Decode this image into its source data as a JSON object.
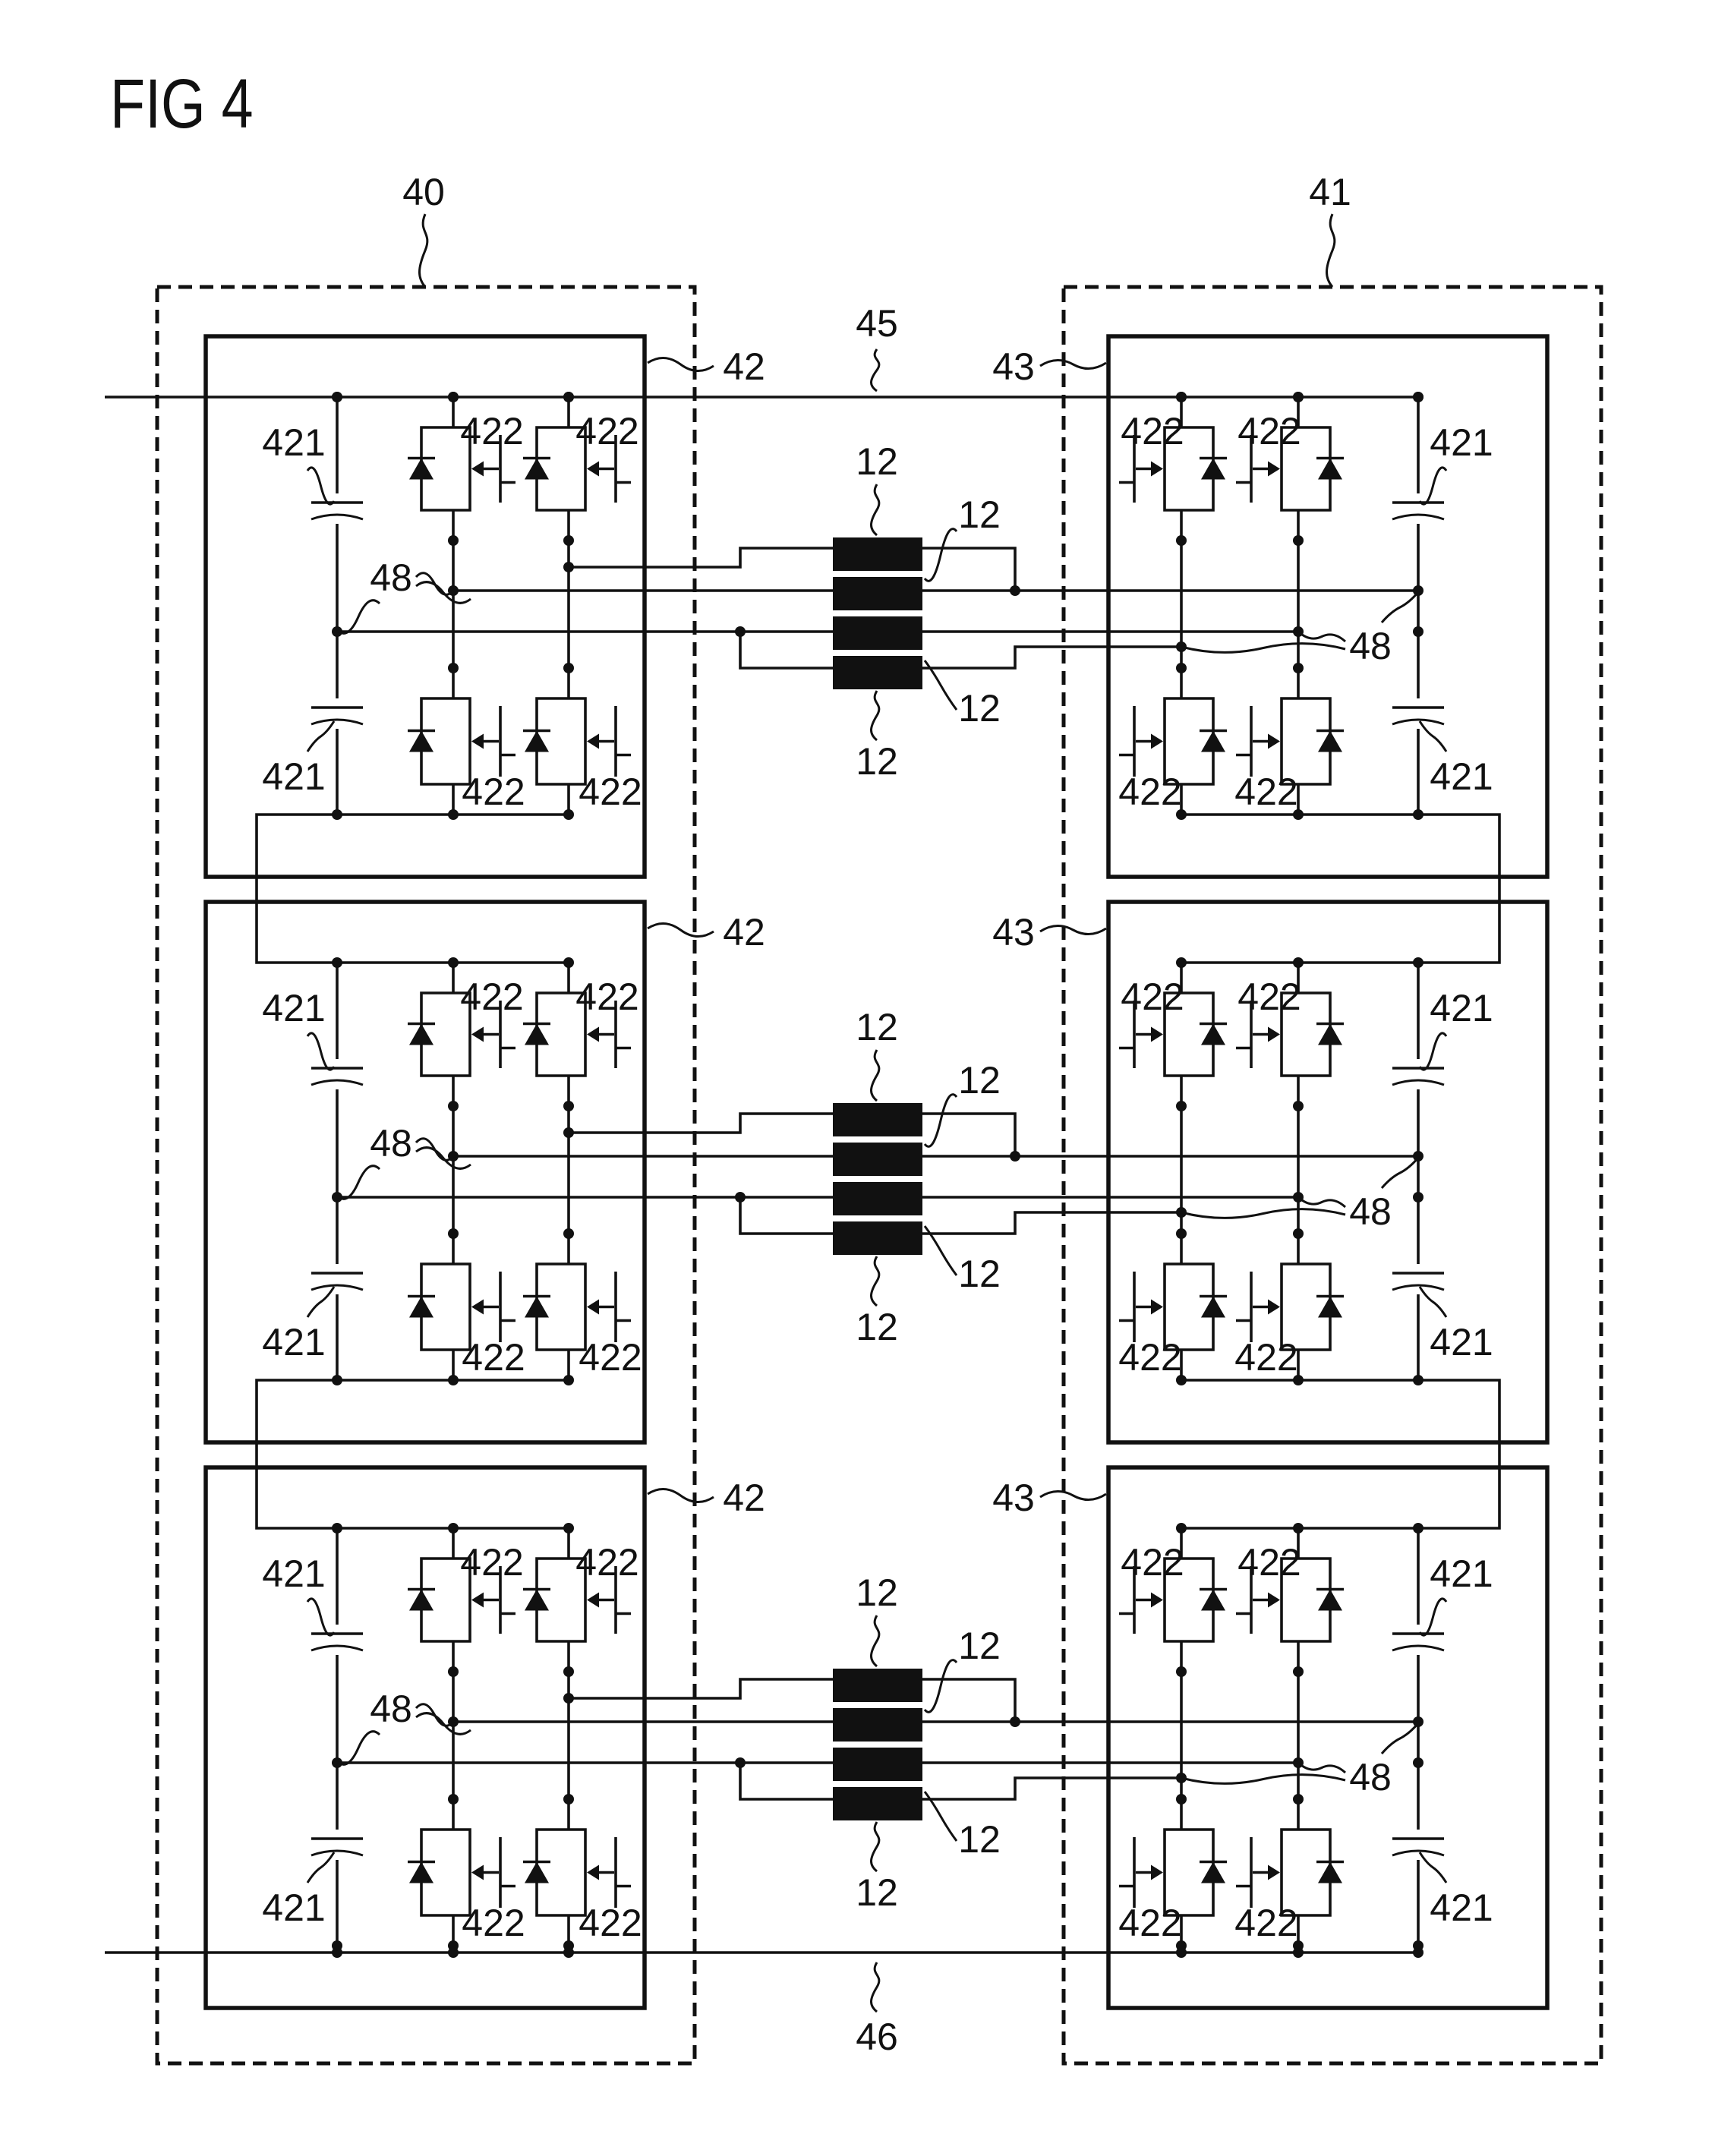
{
  "figure": {
    "title": "FIG 4",
    "converter_left_ref": "40",
    "converter_right_ref": "41",
    "positive_line_ref": "45",
    "negative_line_ref": "46"
  },
  "labels": {
    "left_module": "42",
    "right_module": "43",
    "capacitor": "421",
    "switch": "422",
    "transformer": "12",
    "connection": "48"
  },
  "module_rows": 3,
  "colors": {
    "ink": "#111111",
    "background": "#ffffff"
  }
}
